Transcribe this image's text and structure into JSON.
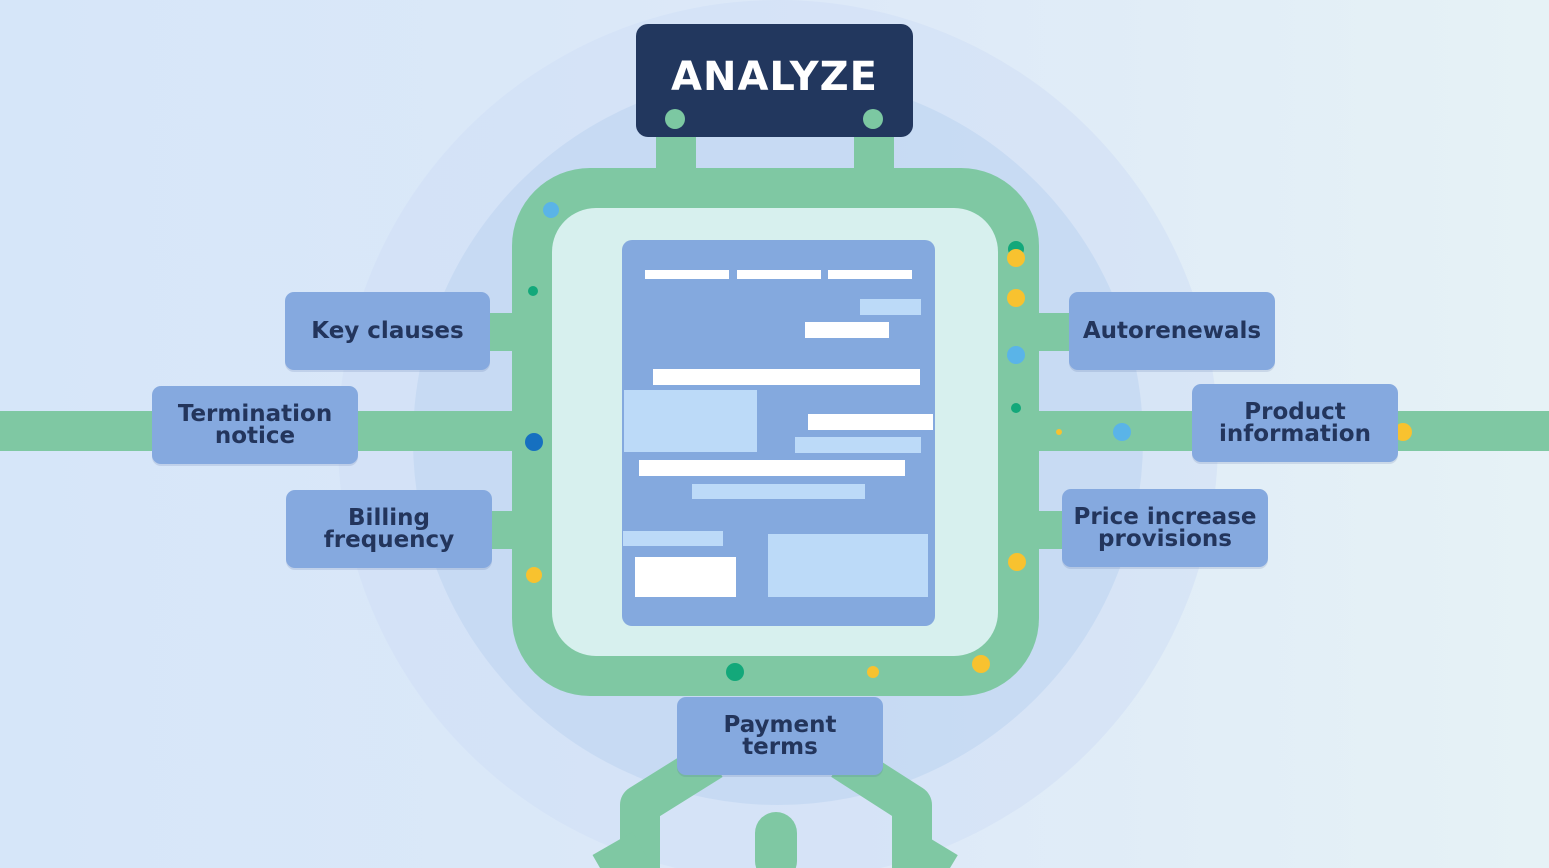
{
  "header": {
    "title": "ANALYZE"
  },
  "labels": {
    "key_clauses": "Key clauses",
    "termination_notice": "Termination\nnotice",
    "billing_frequency": "Billing\nfrequency",
    "autorenewals": "Autorenewals",
    "product_information": "Product\ninformation",
    "price_increase": "Price increase\nprovisions",
    "payment_terms": "Payment\nterms"
  },
  "colors": {
    "header_bg": "#22375e",
    "connector_green": "#7fc8a3",
    "label_bg": "#85a9df",
    "label_text": "#23355c",
    "document_bg": "#84a9de",
    "accent_yellow": "#f8c22f",
    "accent_blue": "#5ab4e8",
    "accent_teal": "#13a87a"
  }
}
